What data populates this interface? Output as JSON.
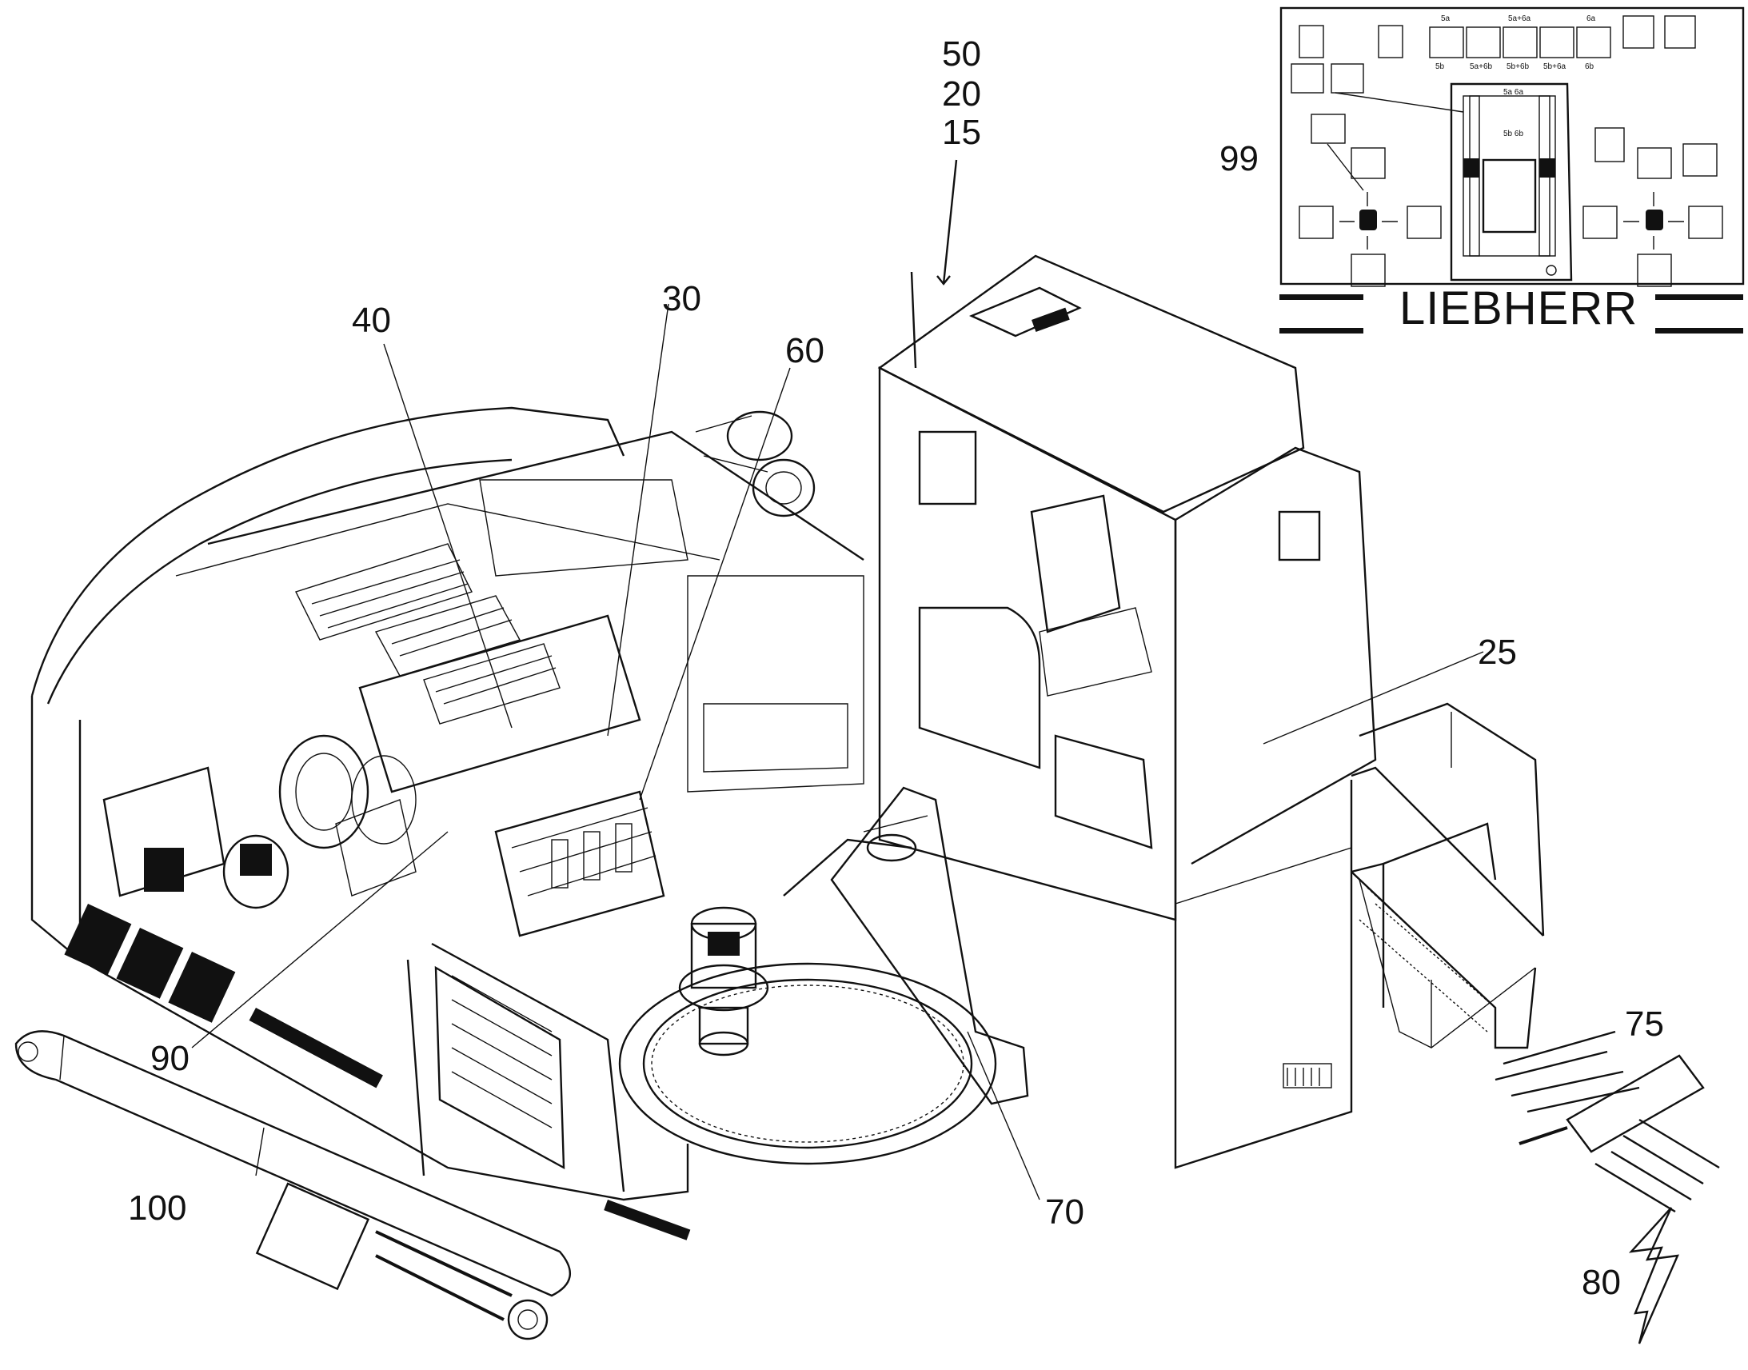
{
  "callouts": {
    "c50": "50",
    "c20": "20",
    "c15": "15",
    "c99": "99",
    "c40": "40",
    "c30": "30",
    "c60": "60",
    "c25": "25",
    "c75": "75",
    "c90": "90",
    "c70": "70",
    "c100": "100",
    "c80": "80"
  },
  "inset": {
    "brand": "LIEBHERR",
    "labels": {
      "l5a": "5a",
      "l5a6a": "5a+6a",
      "l6a": "6a",
      "l5b": "5b",
      "l5a6b": "5a+6b",
      "l5b6b": "5b+6b",
      "l5b6a": "5b+6a",
      "l6b": "6b",
      "c5a6a": "5a 6a",
      "c5b6b": "5b 6b"
    }
  }
}
